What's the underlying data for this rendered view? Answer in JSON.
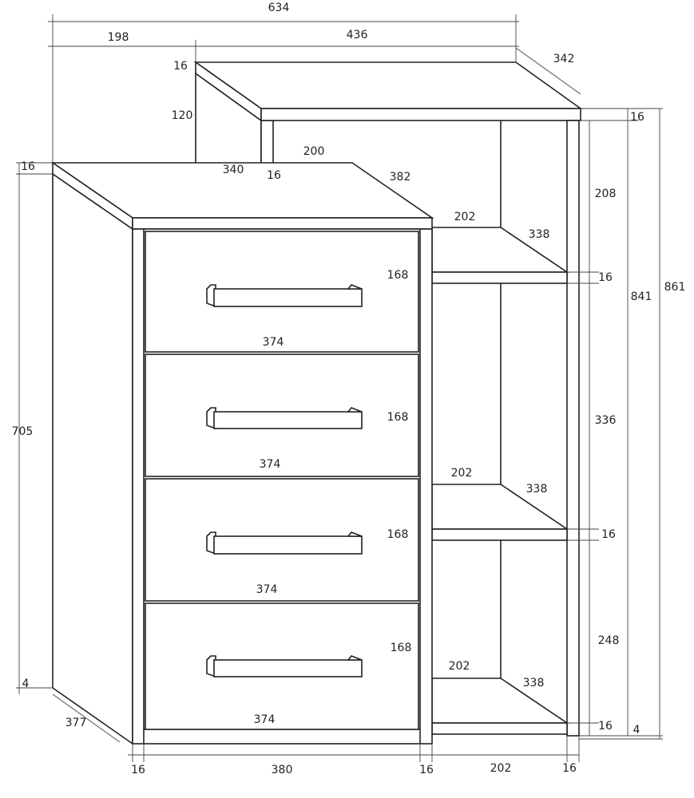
{
  "title": "Dresser with drawers and open shelving — dimension drawing",
  "dims": {
    "overall_width": "634",
    "lower_offset": "198",
    "upper_width": "436",
    "upper_depth": "342",
    "upper_top_thickness": "16",
    "upper_side_height": "120",
    "lower_top_thickness": "16",
    "upper_side_depth": "340",
    "upper_side_thickness": "16",
    "lower_top_inner": "200",
    "lower_top_depth": "382",
    "shelf_width_1": "202",
    "shelf_depth_1": "338",
    "drawer_height_1": "168",
    "drawer_height_2": "168",
    "drawer_height_3": "168",
    "drawer_height_4": "168",
    "drawer_width_1": "374",
    "drawer_width_2": "374",
    "drawer_width_3": "374",
    "drawer_width_4": "374",
    "right_top_thickness": "16",
    "shelf_gap_top": "208",
    "shelf_thickness_1": "16",
    "inner_height": "841",
    "overall_height": "861",
    "shelf_gap_mid": "336",
    "shelf_width_2": "202",
    "shelf_depth_2": "338",
    "shelf_thickness_2": "16",
    "lower_height": "705",
    "shelf_gap_bottom": "248",
    "shelf_width_3": "202",
    "shelf_depth_3": "338",
    "foot_left": "4",
    "lower_depth": "377",
    "bottom_thickness": "16",
    "foot_right": "4",
    "bottom_left_side": "16",
    "bottom_front_width": "380",
    "bottom_mid_side": "16",
    "bottom_shelf_width": "202",
    "bottom_right_side": "16"
  }
}
